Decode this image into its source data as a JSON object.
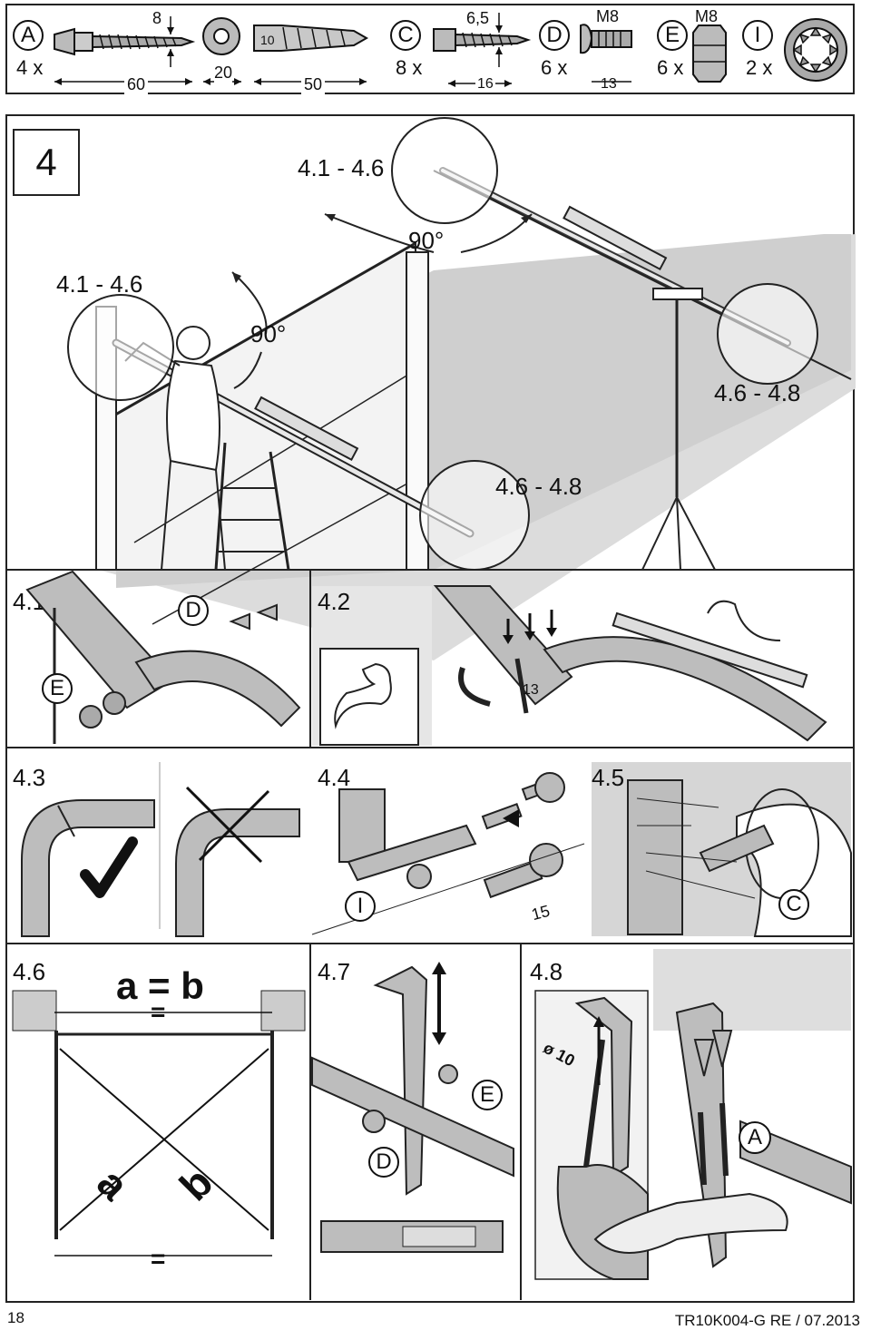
{
  "parts": [
    {
      "letter": "A",
      "qty": "4 x",
      "dim_top": "8",
      "dim_bottom": "60",
      "extra_label": "10",
      "extra_dim": "20",
      "extra2_dim": "50"
    },
    {
      "letter": "C",
      "qty": "8 x",
      "dim_top": "6,5",
      "dim_bottom": "16"
    },
    {
      "letter": "D",
      "qty": "6 x",
      "dim_top": "M8",
      "dim_bottom": "13"
    },
    {
      "letter": "E",
      "qty": "6 x",
      "dim_top": "M8"
    },
    {
      "letter": "I",
      "qty": "2 x"
    }
  ],
  "step": {
    "number": "4",
    "ref_a": "4.1 - 4.6",
    "ref_b": "4.1 - 4.6",
    "angle_a": "90°",
    "angle_b": "90°",
    "ref_c": "4.6 - 4.8",
    "ref_d": "4.6 - 4.8"
  },
  "panels": {
    "p41": {
      "title": "4.1",
      "tag_d": "D",
      "tag_e": "E"
    },
    "p42": {
      "title": "4.2",
      "dim": "13"
    },
    "p43": {
      "title": "4.3"
    },
    "p44": {
      "title": "4.4",
      "tag": "I",
      "dim": "15"
    },
    "p45": {
      "title": "4.5",
      "tag": "C"
    },
    "p46": {
      "title": "4.6",
      "formula": "a = b",
      "eq_top": "=",
      "eq_bottom": "=",
      "diag_a": "a",
      "diag_b": "b"
    },
    "p47": {
      "title": "4.7",
      "tag_e": "E",
      "tag_d": "D"
    },
    "p48": {
      "title": "4.8",
      "dim": "ø 10",
      "tag": "A"
    }
  },
  "footer": {
    "page": "18",
    "doc": "TR10K004-G  RE / 07.2013"
  }
}
